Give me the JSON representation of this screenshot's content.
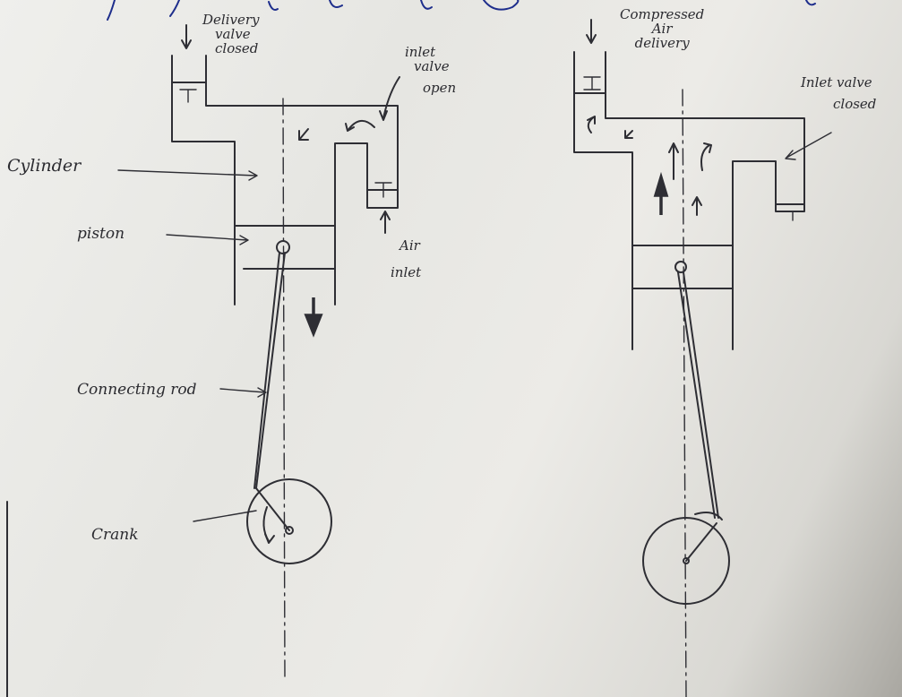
{
  "left_diagram": {
    "delivery_valve": [
      "Delivery",
      "valve",
      "closed"
    ],
    "inlet_valve": [
      "inlet",
      "valve",
      "open"
    ],
    "cylinder": "Cylinder",
    "piston": "piston",
    "air_inlet": [
      "Air",
      "inlet"
    ],
    "connecting_rod": "Connecting rod",
    "crank": "Crank"
  },
  "right_diagram": {
    "compressed_air": [
      "Compressed",
      "Air",
      "delivery"
    ],
    "inlet_valve": [
      "Inlet valve",
      "closed"
    ]
  },
  "colors": {
    "ink": "#2e2e34",
    "pen_blue": "#1e2e8c",
    "paper": "#e9e9e5"
  }
}
